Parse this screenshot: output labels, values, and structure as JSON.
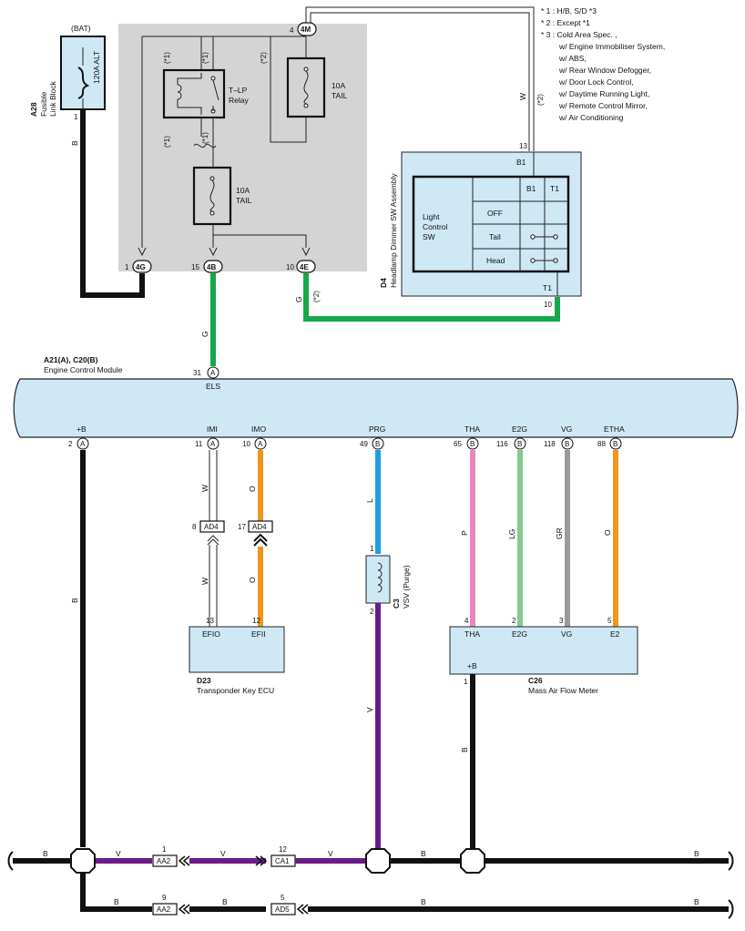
{
  "notes": [
    "* 1 : H/B,  S/D *3",
    "* 2 : Except *1",
    "* 3 : Cold Area Spec. ,",
    "w/ Engine Immobiliser System,",
    "w/ ABS,",
    "w/ Rear Window Defogger,",
    "w/ Door Lock Control,",
    "w/ Daytime Running Light,",
    "w/ Remote Control Mirror,",
    "w/ Air Conditioning"
  ],
  "fusible_link": {
    "id": "A28",
    "name1": "Fusible",
    "name2": "Link Block",
    "source": "(BAT)",
    "fuse": "120A ALT",
    "pin": "1",
    "wire": "B"
  },
  "relay_block": {
    "relay": "T–LP\nRelay",
    "relay_l1": "T–LP",
    "relay_l2": "Relay",
    "fuse1_amp": "10A",
    "fuse1_name": "TAIL",
    "fuse2_amp": "10A",
    "fuse2_name": "TAIL",
    "m1": "(*1)",
    "m2": "(*1)",
    "m3": "(*2)",
    "m4": "(*1)",
    "m5": "(*1)",
    "top_conn": "4M",
    "top_pin": "4",
    "c_4g": "4G",
    "c_4g_pin": "1",
    "c_4b": "4B",
    "c_4b_pin": "15",
    "c_4e": "4E",
    "c_4e_pin": "10"
  },
  "headlamp": {
    "id": "D4",
    "name1": "Headlamp Dimmer SW Assembly",
    "b1_pin": "13",
    "b1": "B1",
    "t1": "T1",
    "t1_pin": "10",
    "sw_l1": "Light",
    "sw_l2": "Control",
    "sw_l3": "SW",
    "col_b1": "B1",
    "col_t1": "T1",
    "row_off": "OFF",
    "row_tail": "Tail",
    "row_head": "Head",
    "wire_w": "W",
    "wire_w_mark": "(*2)",
    "wire_g": "G",
    "wire_g_mark": "(*2)"
  },
  "ecm": {
    "id": "A21(A), C20(B)",
    "name": "Engine Control Module",
    "top_pin": "31",
    "top_conn": "A",
    "top_sig": "ELS",
    "top_wire": "G",
    "pins": [
      {
        "sig": "+B",
        "pin": "2",
        "conn": "A"
      },
      {
        "sig": "IMI",
        "pin": "11",
        "conn": "A"
      },
      {
        "sig": "IMO",
        "pin": "10",
        "conn": "A"
      },
      {
        "sig": "PRG",
        "pin": "49",
        "conn": "B"
      },
      {
        "sig": "THA",
        "pin": "65",
        "conn": "B"
      },
      {
        "sig": "E2G",
        "pin": "116",
        "conn": "B"
      },
      {
        "sig": "VG",
        "pin": "118",
        "conn": "B"
      },
      {
        "sig": "ETHA",
        "pin": "88",
        "conn": "B"
      }
    ]
  },
  "wires": {
    "b": "B",
    "w": "W",
    "o": "O",
    "l": "L",
    "v": "V",
    "p": "P",
    "lg": "LG",
    "gr": "GR"
  },
  "transponder": {
    "id": "D23",
    "name": "Transponder Key ECU",
    "j1_pin": "8",
    "j1": "AD4",
    "j2_pin": "17",
    "j2": "AD4",
    "p1": "13",
    "s1": "EFIO",
    "p2": "12",
    "s2": "EFII"
  },
  "vsv": {
    "id": "C3",
    "name": "VSV (Purge)",
    "p1": "1",
    "p2": "2"
  },
  "maf": {
    "id": "C26",
    "name": "Mass Air Flow Meter",
    "pins": [
      {
        "pin": "4",
        "sig": "THA"
      },
      {
        "pin": "2",
        "sig": "E2G"
      },
      {
        "pin": "3",
        "sig": "VG"
      },
      {
        "pin": "5",
        "sig": "E2"
      }
    ],
    "bpin": "1",
    "bsig": "+B"
  },
  "bottom": {
    "c1_pin": "1",
    "c1": "AA2",
    "c2_pin": "12",
    "c2": "CA1",
    "c3_pin": "9",
    "c3": "AA2",
    "c4_pin": "5",
    "c4": "AD5"
  }
}
